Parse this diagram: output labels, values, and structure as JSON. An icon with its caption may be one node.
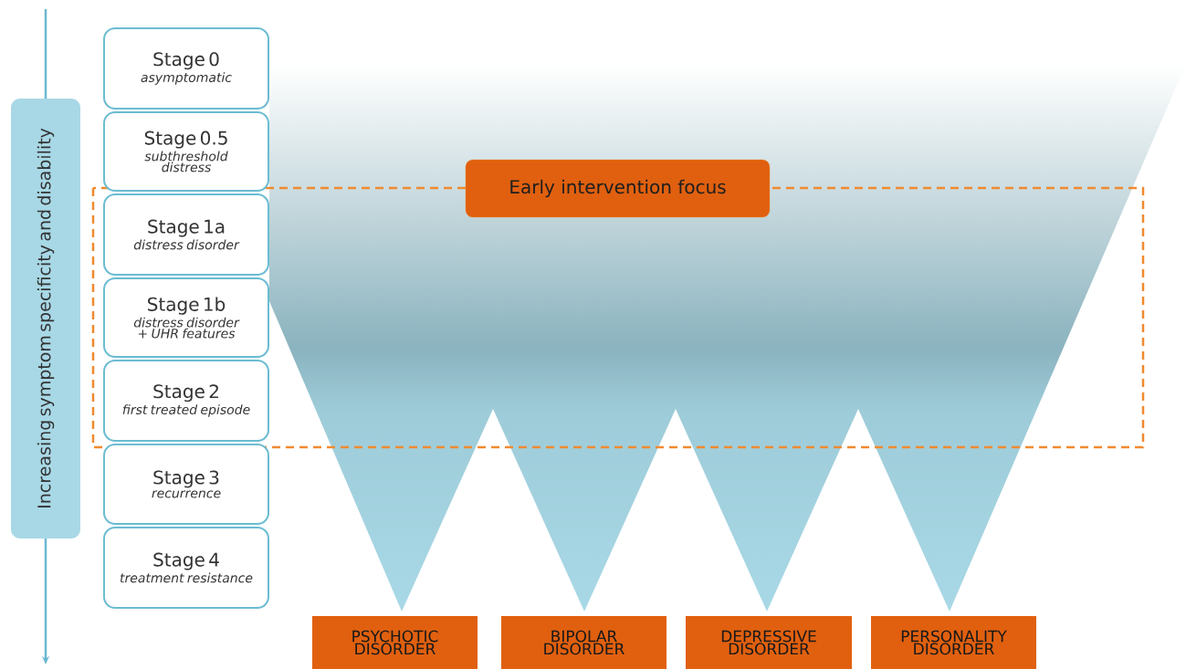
{
  "diagram": {
    "nodes": [
      {
        "text": [
          "Increasing symptom specificity and disability"
        ]
      },
      {
        "text": [
          "Stage 0",
          "asymptomatic"
        ]
      },
      {
        "text": [
          "Stage 0.5",
          "subthreshold distress"
        ]
      },
      {
        "text": [
          "Stage 1a",
          "distress disorder"
        ]
      },
      {
        "text": [
          "Stage 1b",
          "distress disorder + UHR features"
        ]
      },
      {
        "text": [
          "Stage 2",
          "first treated episode"
        ]
      },
      {
        "text": [
          "Stage 3",
          "recurrence"
        ]
      },
      {
        "text": [
          "Stage 4",
          "treatment resistance"
        ]
      },
      {
        "text": [
          "Early intervention focus"
        ]
      },
      {
        "text": [
          "PSYCHOTIC DISORDER"
        ]
      },
      {
        "text": [
          "BIPOLAR DISORDER"
        ]
      },
      {
        "text": [
          "DEPRESSIVE DISORDER"
        ]
      },
      {
        "text": [
          "PERSONALITY DISORDER"
        ]
      }
    ]
  }
}
